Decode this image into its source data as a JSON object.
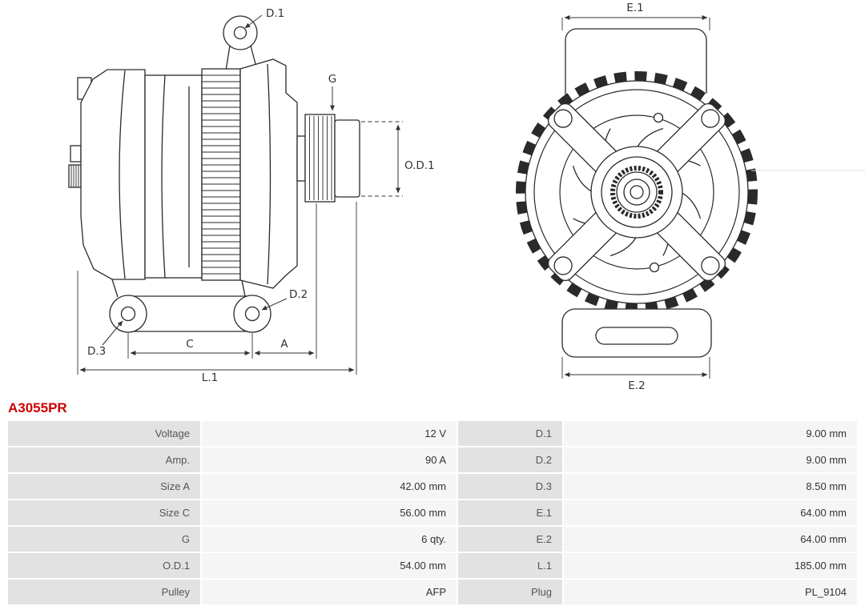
{
  "part_number": "A3055PR",
  "colors": {
    "part_number_accent": "#CC0000",
    "table_label_bg": "#E2E2E2",
    "table_value_bg": "#F5F5F5",
    "drawing_line": "#2A2A2A"
  },
  "diagram": {
    "labels": {
      "d1": "D.1",
      "g": "G",
      "od1": "O.D.1",
      "d2": "D.2",
      "d3": "D.3",
      "c": "C",
      "a": "A",
      "l1": "L.1",
      "e1": "E.1",
      "e2": "E.2"
    }
  },
  "table": {
    "rows": [
      {
        "label1": "Voltage",
        "value1": "12 V",
        "label2": "D.1",
        "value2": "9.00 mm"
      },
      {
        "label1": "Amp.",
        "value1": "90 A",
        "label2": "D.2",
        "value2": "9.00 mm"
      },
      {
        "label1": "Size A",
        "value1": "42.00 mm",
        "label2": "D.3",
        "value2": "8.50 mm"
      },
      {
        "label1": "Size C",
        "value1": "56.00 mm",
        "label2": "E.1",
        "value2": "64.00 mm"
      },
      {
        "label1": "G",
        "value1": "6 qty.",
        "label2": "E.2",
        "value2": "64.00 mm"
      },
      {
        "label1": "O.D.1",
        "value1": "54.00 mm",
        "label2": "L.1",
        "value2": "185.00 mm"
      },
      {
        "label1": "Pulley",
        "value1": "AFP",
        "label2": "Plug",
        "value2": "PL_9104"
      }
    ]
  }
}
